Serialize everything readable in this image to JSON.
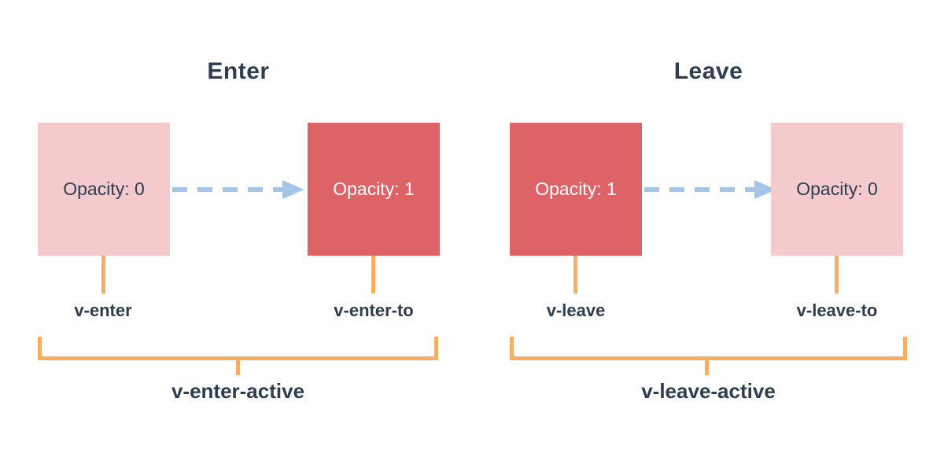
{
  "colors": {
    "background": "#ffffff",
    "box_faded_pink": "#f4cacd",
    "box_solid_red": "#dd6367",
    "arrow_blue": "#a3c6e8",
    "connector_orange": "#f7ad63",
    "text_dark_navy": "#2c3e50",
    "text_light": "#ffffff"
  },
  "sections": [
    {
      "id": "enter",
      "title": "Enter",
      "start_box": {
        "label": "Opacity: 0",
        "state": "faded"
      },
      "end_box": {
        "label": "Opacity: 1",
        "state": "solid"
      },
      "start_label": "v-enter",
      "end_label": "v-enter-to",
      "active_label": "v-enter-active"
    },
    {
      "id": "leave",
      "title": "Leave",
      "start_box": {
        "label": "Opacity: 1",
        "state": "solid"
      },
      "end_box": {
        "label": "Opacity: 0",
        "state": "faded"
      },
      "start_label": "v-leave",
      "end_label": "v-leave-to",
      "active_label": "v-leave-active"
    }
  ]
}
